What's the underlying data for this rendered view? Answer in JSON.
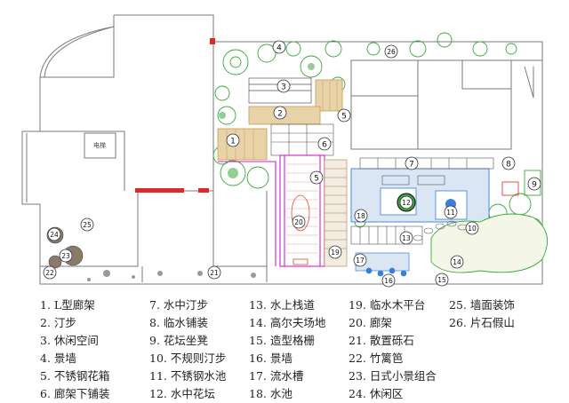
{
  "plan": {
    "room_label": "电梯",
    "markers": [
      {
        "n": "1"
      },
      {
        "n": "2"
      },
      {
        "n": "3"
      },
      {
        "n": "4"
      },
      {
        "n": "5"
      },
      {
        "n": "5"
      },
      {
        "n": "6"
      },
      {
        "n": "7"
      },
      {
        "n": "8"
      },
      {
        "n": "9"
      },
      {
        "n": "10"
      },
      {
        "n": "11"
      },
      {
        "n": "12"
      },
      {
        "n": "13"
      },
      {
        "n": "14"
      },
      {
        "n": "15"
      },
      {
        "n": "16"
      },
      {
        "n": "17"
      },
      {
        "n": "18"
      },
      {
        "n": "19"
      },
      {
        "n": "20"
      },
      {
        "n": "21"
      },
      {
        "n": "22"
      },
      {
        "n": "23"
      },
      {
        "n": "24"
      },
      {
        "n": "25"
      },
      {
        "n": "26"
      }
    ]
  },
  "legend": {
    "columns": [
      [
        "1. L型廊架",
        "2. 汀步",
        "3. 休闲空间",
        "4. 景墙",
        "5. 不锈钢花箱",
        "6. 廊架下铺装"
      ],
      [
        "7. 水中汀步",
        "8. 临水铺装",
        "9. 花坛坐凳",
        "10. 不规则汀步",
        "11. 不锈钢水池",
        "12. 水中花坛"
      ],
      [
        "13. 水上栈道",
        "14. 高尔夫场地",
        "15. 造型格栅",
        "16. 景墙",
        "17. 流水槽",
        "18. 水池"
      ],
      [
        "19. 临水木平台",
        "20. 廊架",
        "21. 散置砾石",
        "22. 竹篱笆",
        "23. 日式小景组合",
        "24. 休闲区"
      ],
      [
        "25. 墙面装饰",
        "26. 片石假山"
      ]
    ]
  },
  "colors": {
    "wall": "#7a7a7a",
    "tree": "#3aa83a",
    "water": "#3a7fd6",
    "wood": "#c79a55",
    "accent_red": "#e0282c",
    "pergola": "#d020d0",
    "paving": "#9aa8c2"
  }
}
